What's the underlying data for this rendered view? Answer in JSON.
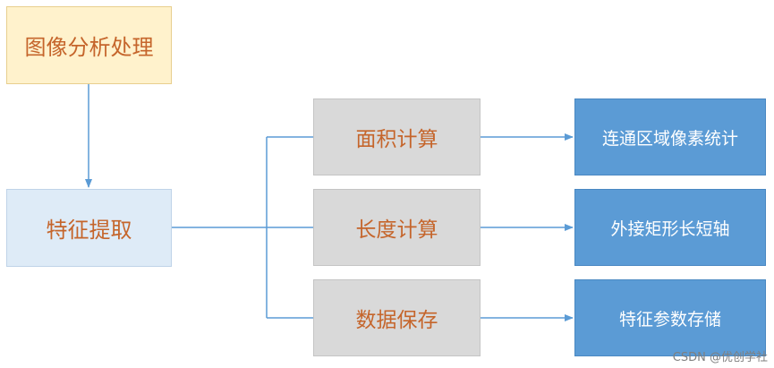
{
  "diagram": {
    "nodes": {
      "image_processing": "图像分析处理",
      "feature_extraction": "特征提取",
      "area_calc": "面积计算",
      "length_calc": "长度计算",
      "data_save": "数据保存",
      "connected_pixels": "连通区域像素统计",
      "bounding_rect": "外接矩形长短轴",
      "feature_save": "特征参数存储"
    },
    "edges": [
      {
        "from": "image_processing",
        "to": "feature_extraction"
      },
      {
        "from": "feature_extraction",
        "to": "area_calc"
      },
      {
        "from": "feature_extraction",
        "to": "length_calc"
      },
      {
        "from": "feature_extraction",
        "to": "data_save"
      },
      {
        "from": "area_calc",
        "to": "connected_pixels"
      },
      {
        "from": "length_calc",
        "to": "bounding_rect"
      },
      {
        "from": "data_save",
        "to": "feature_save"
      }
    ],
    "colors": {
      "connector": "#5b9bd5",
      "orange_text": "#c5652b",
      "yellow_box": "#fff2cc",
      "light_blue_box": "#deebf7",
      "gray_box": "#d9d9d9",
      "blue_box": "#5b9bd5"
    }
  },
  "watermark": "CSDN @优创学社"
}
